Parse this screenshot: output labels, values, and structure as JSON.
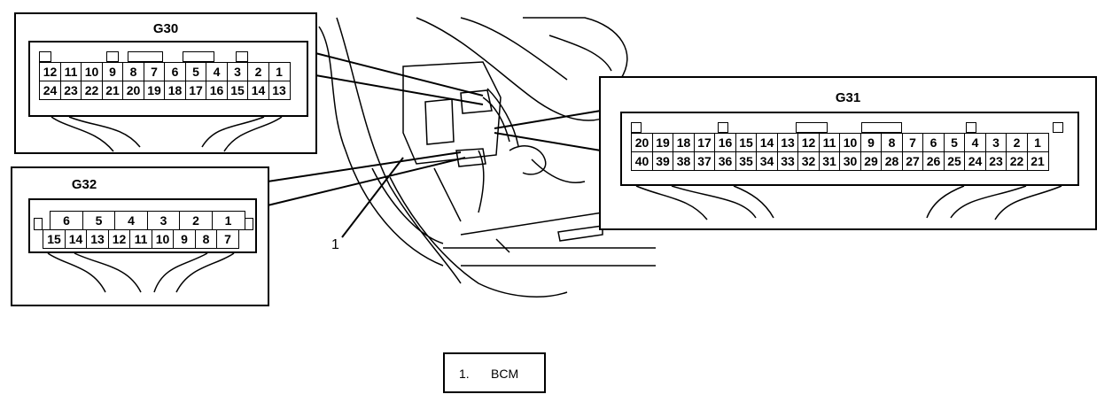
{
  "connectors": {
    "g30": {
      "label": "G30",
      "row1": [
        "12",
        "11",
        "10",
        "9",
        "8",
        "7",
        "6",
        "5",
        "4",
        "3",
        "2",
        "1"
      ],
      "row2": [
        "24",
        "23",
        "22",
        "21",
        "20",
        "19",
        "18",
        "17",
        "16",
        "15",
        "14",
        "13"
      ]
    },
    "g31": {
      "label": "G31",
      "row1": [
        "20",
        "19",
        "18",
        "17",
        "16",
        "15",
        "14",
        "13",
        "12",
        "11",
        "10",
        "9",
        "8",
        "7",
        "6",
        "5",
        "4",
        "3",
        "2",
        "1"
      ],
      "row2": [
        "40",
        "39",
        "38",
        "37",
        "36",
        "35",
        "34",
        "33",
        "32",
        "31",
        "30",
        "29",
        "28",
        "27",
        "26",
        "25",
        "24",
        "23",
        "22",
        "21"
      ]
    },
    "g32": {
      "label": "G32",
      "row1": [
        "6",
        "5",
        "4",
        "3",
        "2",
        "1"
      ],
      "row2": [
        "15",
        "14",
        "13",
        "12",
        "11",
        "10",
        "9",
        "8",
        "7"
      ]
    }
  },
  "callout": {
    "number": "1"
  },
  "legend": {
    "number": "1.",
    "text": "BCM"
  }
}
